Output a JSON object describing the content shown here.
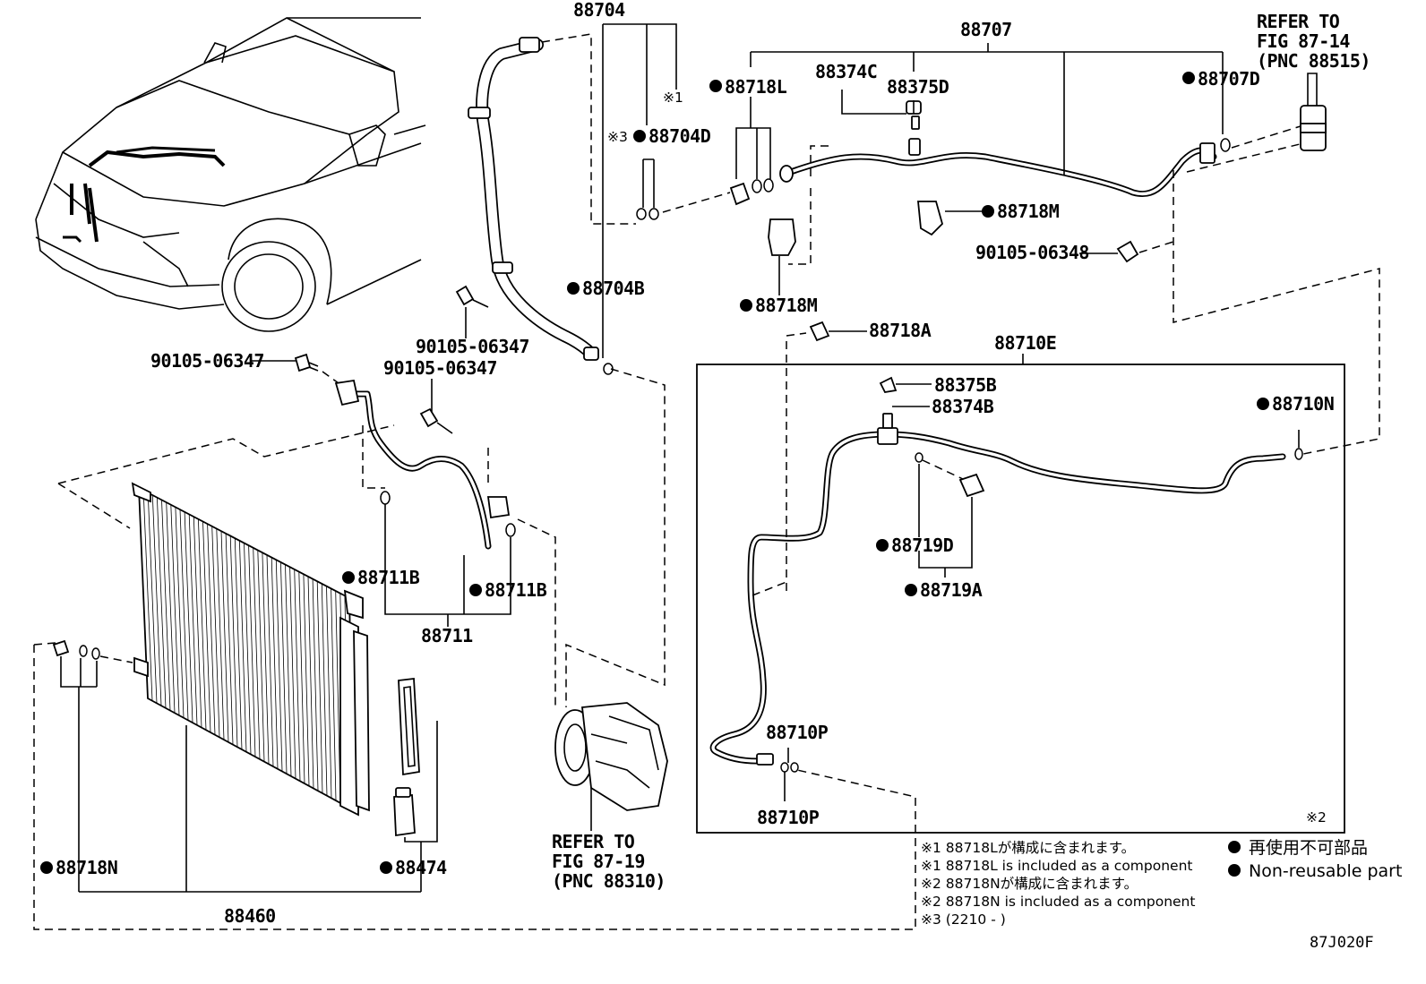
{
  "diagram_code": "87J020F",
  "labels": {
    "p88704": "88704",
    "p88707": "88707",
    "p88707d": "88707D",
    "p88718l": "88718L",
    "p88374c": "88374C",
    "p88375d": "88375D",
    "p88718m_a": "88718M",
    "p88718m_b": "88718M",
    "p88704d": "88704D",
    "p88704b": "88704B",
    "bolt_a": "90105-06347",
    "bolt_b": "90105-06347",
    "bolt_c": "90105-06347",
    "bolt_d": "90105-06348",
    "p88718a": "88718A",
    "p88710e": "88710E",
    "p88375b": "88375B",
    "p88374b": "88374B",
    "p88710n": "88710N",
    "p88719d": "88719D",
    "p88719a": "88719A",
    "p88711b_a": "88711B",
    "p88711b_b": "88711B",
    "p88711": "88711",
    "p88710p_a": "88710P",
    "p88710p_b": "88710P",
    "p88718n": "88718N",
    "p88474": "88474",
    "p88460": "88460"
  },
  "marks": {
    "m1": "※1",
    "m2": "※2",
    "m3": "※3"
  },
  "refer_1": {
    "line1": "REFER TO",
    "line2": "FIG 87-14",
    "line3": "(PNC 88515)"
  },
  "refer_2": {
    "line1": "REFER TO",
    "line2": "FIG 87-19",
    "line3": "(PNC 88310)"
  },
  "notes": [
    "※1 88718Lが構成に含まれます。",
    "※1 88718L is included as a component",
    "※2 88718Nが構成に含まれます。",
    "※2 88718N is included as a component",
    "※3 (2210 -       )"
  ],
  "legend": {
    "jp": "再使用不可部品",
    "en": "Non-reusable part"
  }
}
